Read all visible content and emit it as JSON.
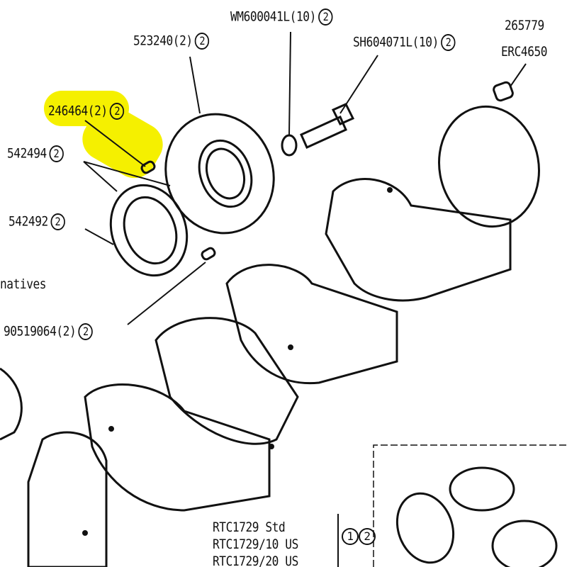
{
  "labels": {
    "wm": {
      "part": "WM600041L(10)",
      "ref": "2"
    },
    "p523240": {
      "part": "523240(2)",
      "ref": "2"
    },
    "sh": {
      "part": "SH604071L(10)",
      "ref": "2"
    },
    "p265779": {
      "part": "265779"
    },
    "erc": {
      "part": "ERC4650"
    },
    "p246464": {
      "part": "246464(2)",
      "ref": "2"
    },
    "p542494": {
      "part": "542494",
      "ref": "2"
    },
    "p542492": {
      "part": "542492",
      "ref": "2"
    },
    "alternatives": {
      "text": "natives"
    },
    "p90519064": {
      "part": "90519064(2)",
      "ref": "2"
    }
  },
  "bearings": {
    "lines": [
      "RTC1729 Std",
      "RTC1729/10 US",
      "RTC1729/20 US"
    ],
    "refs": [
      "1",
      "2"
    ]
  },
  "colors": {
    "highlight": "#f5f000",
    "ink": "#111111"
  }
}
